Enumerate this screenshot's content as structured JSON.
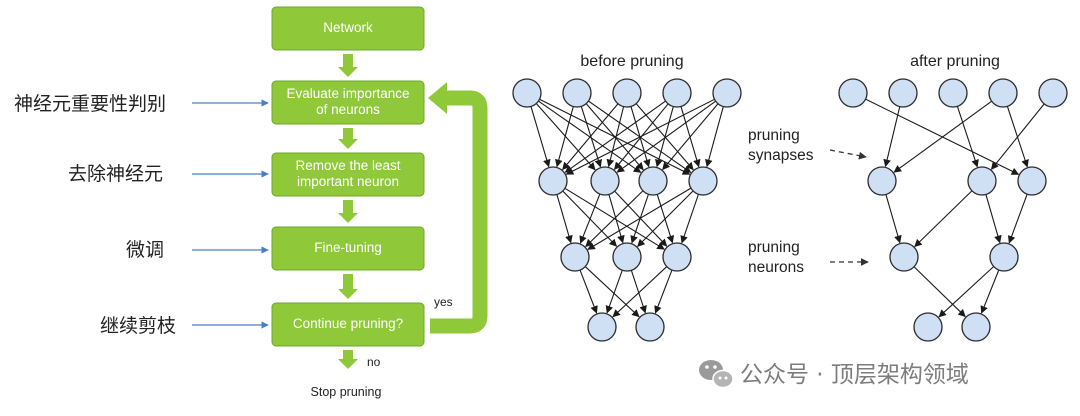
{
  "flowchart": {
    "steps": [
      "Network",
      "Evaluate importance\nof neurons",
      "Remove the least\nimportant neuron",
      "Fine-tuning",
      "Continue pruning?"
    ],
    "yes_label": "yes",
    "no_label": "no",
    "end_label": "Stop pruning",
    "chinese_labels": [
      "神经元重要性判别",
      "去除神经元",
      "微调",
      "继续剪枝"
    ]
  },
  "networks": {
    "before_title": "before pruning",
    "after_title": "after pruning",
    "synapses_label": "pruning\nsynapses",
    "neurons_label": "pruning\nneurons"
  },
  "watermark": {
    "text": "公众号 · 顶层架构领域",
    "icon": "wechat-icon"
  },
  "colors": {
    "box_fill": "#8fc93a",
    "box_border": "#6ea82a",
    "node_fill": "#cfe0f4",
    "node_stroke": "#2b2b2b",
    "pointer_arrow": "#4a7fc8"
  }
}
